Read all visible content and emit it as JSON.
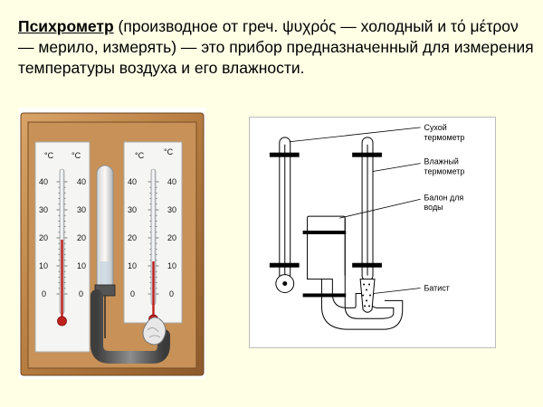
{
  "intro": {
    "term": "Психрометр",
    "text_1": " (производное от греч. ψυχρός — холодный и τό μέτρον — мерило, измерять) — это прибор предназначенный для измерения температуры воздуха и его влажности."
  },
  "photo": {
    "left_scale": {
      "unit_left": "°C",
      "unit_right": "°C",
      "ticks": [
        "40",
        "30",
        "20",
        "10",
        "0"
      ],
      "ticks_right": [
        "40",
        "30",
        "20",
        "10",
        "0"
      ]
    },
    "right_scale": {
      "unit_left": "°C",
      "unit_right": "°C",
      "ticks": [
        "40",
        "30",
        "20",
        "10",
        "0"
      ],
      "ticks_right": [
        "40",
        "30",
        "20",
        "10",
        "0"
      ]
    }
  },
  "diagram": {
    "labels": {
      "dry_1": "Сухой",
      "dry_2": "термометр",
      "wet_1": "Влажный",
      "wet_2": "термометр",
      "tank_1": "Балон для",
      "tank_2": "воды",
      "batiste": "Батист"
    }
  },
  "colors": {
    "background": "#ffffe6",
    "wood": "#b07a3f",
    "mercury": "#c0201c"
  }
}
